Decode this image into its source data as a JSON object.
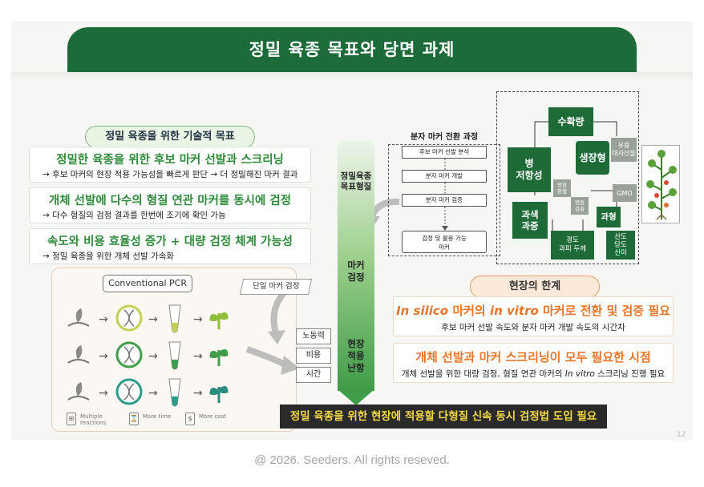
{
  "slide": {
    "title": "정밀 육종 목표와 당면 과제",
    "goals": {
      "pill": "정밀 육종을 위한 기술적 목표",
      "items": [
        {
          "heading": "정밀한 육종을 위한 후보 마커 선발과 스크리닝",
          "sub": "→ 후보 마커의 현장 적용 가능성을 빠르게 판단 → 더 정밀해진 마커 결과"
        },
        {
          "heading": "개체 선발에 다수의 형질 연관 마커를 동시에 검정",
          "sub": "→ 다수 형질의 검정 결과를 한번에 조기에 확인 가능"
        },
        {
          "heading": "속도와 비용 효율성 증가 + 대량 검정 체계 가능성",
          "sub": "→ 정밀 육종을 위한 개체 선발 가속화"
        }
      ]
    },
    "pcr": {
      "title": "Conventional PCR",
      "footer": [
        {
          "icon": "⊞",
          "label": "Multiple reactions"
        },
        {
          "icon": "⌛",
          "label": "More time"
        },
        {
          "icon": "$",
          "label": "More cost"
        }
      ]
    },
    "single_marker": "단일 마커 검정",
    "factors": [
      "노동력",
      "비용",
      "시간"
    ],
    "stages": [
      "정밀육종\n목표형질",
      "마커\n검정",
      "현장\n적용\n난항"
    ],
    "flow": {
      "title": "분자 마커 전환 과정",
      "steps": [
        "후보 마커 선발 분석",
        "분자 마커 개발",
        "분자 마커 검증",
        "검정 및 활용 가능\n마커"
      ]
    },
    "traits": {
      "yield": "수확량",
      "resistance": "병\n저항성",
      "growth": "생장형",
      "metabolite": "유용\n대사산물",
      "hybrid1": "병원\n판별",
      "hybrid2": "병원\n검출",
      "gmo": "GMO",
      "fruit_color": "과색\n과중",
      "fruit_shape": "과형",
      "hardness": "경도\n과피 두께",
      "acidity": "산도\n당도\n신미"
    },
    "limits": {
      "pill": "현장의 한계",
      "items": [
        {
          "h_pre": "In silico",
          "h_mid": " 마커의 ",
          "h_em": "in vitro",
          "h_post": " 마커로 전환 및 검증 필요",
          "sub": "후보 마커 선발 속도와 분자 마커 개발 속도의 시간차"
        },
        {
          "h_pre": "",
          "h_mid": "개체 선발과 마커 스크리닝이 모두 필요한 시점",
          "h_em": "",
          "h_post": "",
          "sub_pre": "개체 선발을 위한 대량 검정, 형질 연관 마커의 ",
          "sub_em": "In vitro",
          "sub_post": " 스크리닝 진행 필요"
        }
      ]
    },
    "banner": "정밀 육종을 위한 현장에 적용할 다형질 신속 동시 검정법 도입 필요",
    "page_number": "12"
  },
  "footer": "@ 2026. Seeders. All rights reseved.",
  "colors": {
    "primary_green": "#1e6b3a",
    "accent_orange": "#e8762a",
    "banner_text": "#f3d84a"
  }
}
